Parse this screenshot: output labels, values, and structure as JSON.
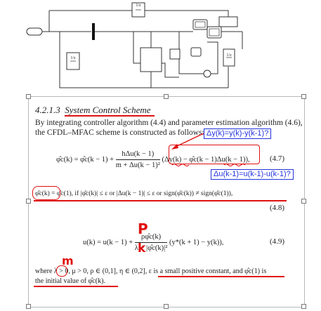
{
  "diagram": {
    "block_label": "1/z"
  },
  "section": {
    "number": "4.2.1.3",
    "title": "System Control Scheme"
  },
  "paragraph": {
    "line1": "By integrating controller algorithm (4.4) and parameter estimation algorithm (4.6),",
    "line2": "the CFDL–MFAC scheme is constructed as follows:"
  },
  "annotations": {
    "dy": "Δy(k)=y(k)-y(k-1)?",
    "du": "Δu(k-1)=u(k-1)-u(k-1)?",
    "rho": "P",
    "lambda": "k",
    "mu": "m"
  },
  "equations": {
    "eq47_number": "(4.7)",
    "eq48_number": "(4.8)",
    "eq49_number": "(4.9)",
    "eq47_lhs": "φ̂c(k) = φ̂c(k − 1) +",
    "eq47_num": "hΔu(k − 1)",
    "eq47_den": "m + Δu(k − 1)²",
    "eq47_paren": "(Δy(k) − φ̂c(k − 1)Δu(k − 1)),",
    "eq48_body": "φ̂c(k) = φ̂c(1),   if |φ̂c(k)| ≤ ε or |Δu(k − 1)| ≤ ε or sign(φ̂c(k)) ≠ sign(φ̂c(1)),",
    "eq49_lhs": "u(k) = u(k − 1) +",
    "eq49_num": "ρφ̂c(k)",
    "eq49_den": "λ + |φ̂c(k)|²",
    "eq49_paren": "(y*(k + 1) − y(k)),"
  },
  "footer": {
    "line1": "where λ > 0, μ > 0, ρ ∈ (0,1], η ∈ (0,2], ε is a small positive constant, and φ̂c(1) is",
    "line2": "the initial value of φ̂c(k)."
  }
}
